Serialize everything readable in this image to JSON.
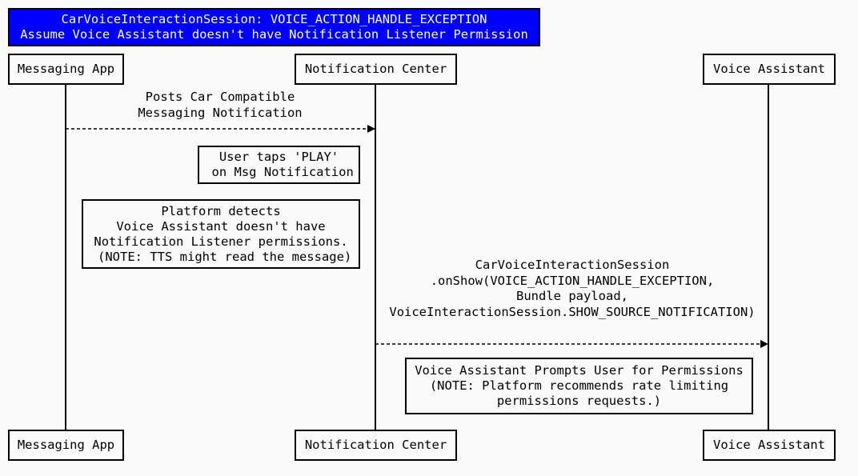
{
  "title": {
    "line1": "CarVoiceInteractionSession: VOICE_ACTION_HANDLE_EXCEPTION",
    "line2": "Assume Voice Assistant doesn't have Notification Listener Permission",
    "background": "#0000ff"
  },
  "participants": [
    "Messaging App",
    "Notification Center",
    "Voice Assistant"
  ],
  "messages": [
    {
      "from": "Messaging App",
      "to": "Notification Center",
      "style": "dashed",
      "label": "Posts Car Compatible\nMessaging Notification"
    },
    {
      "from": "Notification Center",
      "to": "Voice Assistant",
      "style": "dashed",
      "label": "CarVoiceInteractionSession\n.onShow(VOICE_ACTION_HANDLE_EXCEPTION,\nBundle payload,\nVoiceInteractionSession.SHOW_SOURCE_NOTIFICATION)"
    }
  ],
  "notes": [
    "User taps 'PLAY'\n on Msg Notification",
    "Platform detects\nVoice Assistant doesn't have\nNotification Listener permissions.\n (NOTE: TTS might read the message)",
    "Voice Assistant Prompts User for Permissions\n(NOTE: Platform recommends rate limiting\npermissions requests.)"
  ]
}
